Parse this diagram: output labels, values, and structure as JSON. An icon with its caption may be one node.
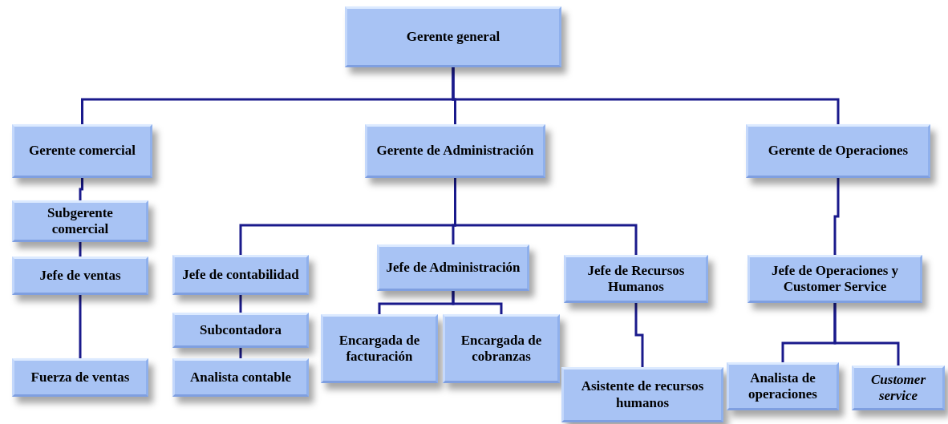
{
  "diagram": {
    "nodes": [
      {
        "text": [
          "Gerente general"
        ]
      },
      {
        "text": [
          "Gerente comercial"
        ]
      },
      {
        "text": [
          "Gerente de Administración"
        ]
      },
      {
        "text": [
          "Gerente de Operaciones"
        ]
      },
      {
        "text": [
          "Subgerente comercial"
        ]
      },
      {
        "text": [
          "Jefe de ventas"
        ]
      },
      {
        "text": [
          "Fuerza de ventas"
        ]
      },
      {
        "text": [
          "Jefe de contabilidad"
        ]
      },
      {
        "text": [
          "Subcontadora"
        ]
      },
      {
        "text": [
          "Analista contable"
        ]
      },
      {
        "text": [
          "Jefe de Administración"
        ]
      },
      {
        "text": [
          "Encargada de facturación"
        ]
      },
      {
        "text": [
          "Encargada de cobranzas"
        ]
      },
      {
        "text": [
          "Jefe de Recursos Humanos"
        ]
      },
      {
        "text": [
          "Asistente de recursos humanos"
        ]
      },
      {
        "text": [
          "Jefe de Operaciones y Customer Service"
        ]
      },
      {
        "text": [
          "Analista de operaciones"
        ]
      },
      {
        "text": [
          "Customer service"
        ]
      }
    ],
    "edges": [
      {
        "from": 0,
        "to": 1,
        "arrow": "none"
      },
      {
        "from": 0,
        "to": 2,
        "arrow": "none"
      },
      {
        "from": 0,
        "to": 3,
        "arrow": "none"
      },
      {
        "from": 1,
        "to": 4,
        "arrow": "none"
      },
      {
        "from": 4,
        "to": 5,
        "arrow": "none"
      },
      {
        "from": 5,
        "to": 6,
        "arrow": "none"
      },
      {
        "from": 2,
        "to": 7,
        "arrow": "none"
      },
      {
        "from": 2,
        "to": 10,
        "arrow": "none"
      },
      {
        "from": 2,
        "to": 13,
        "arrow": "none"
      },
      {
        "from": 7,
        "to": 8,
        "arrow": "none"
      },
      {
        "from": 8,
        "to": 9,
        "arrow": "none"
      },
      {
        "from": 10,
        "to": 11,
        "arrow": "none"
      },
      {
        "from": 10,
        "to": 12,
        "arrow": "none"
      },
      {
        "from": 13,
        "to": 14,
        "arrow": "none"
      },
      {
        "from": 3,
        "to": 15,
        "arrow": "none"
      },
      {
        "from": 15,
        "to": 16,
        "arrow": "none"
      },
      {
        "from": 15,
        "to": 17,
        "arrow": "none"
      }
    ]
  }
}
